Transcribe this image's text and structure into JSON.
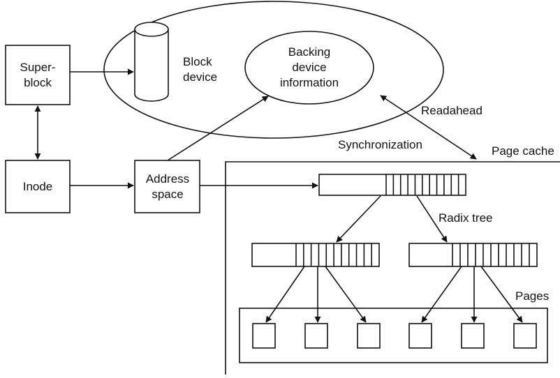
{
  "nodes": {
    "superblock": [
      "Super-",
      "block"
    ],
    "block_device": [
      "Block",
      "device"
    ],
    "backing_device": [
      "Backing",
      "device",
      "information"
    ],
    "inode": "Inode",
    "address_space": [
      "Address",
      "space"
    ]
  },
  "labels": {
    "readahead": "Readahead",
    "synchronization": "Synchronization",
    "page_cache": "Page cache",
    "radix_tree": "Radix tree",
    "pages": "Pages"
  }
}
